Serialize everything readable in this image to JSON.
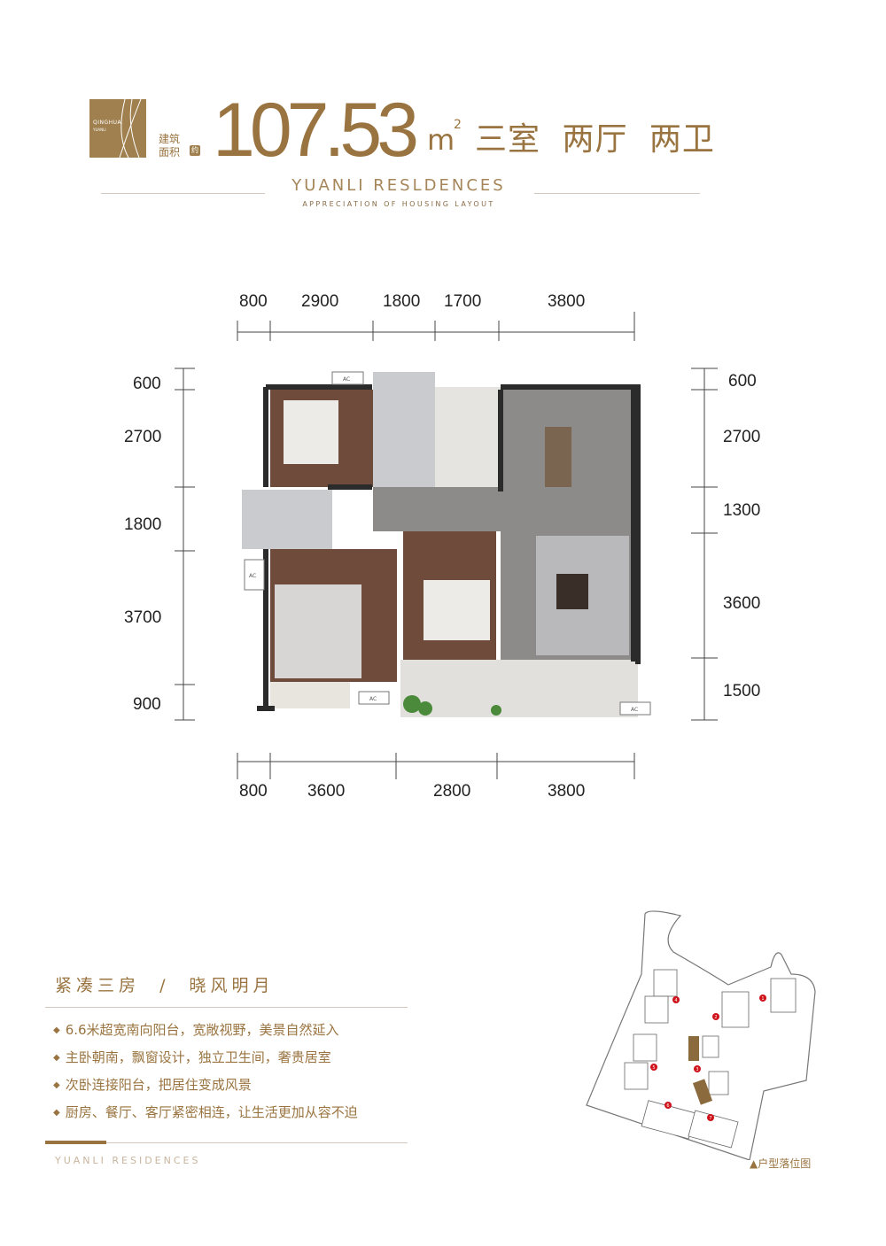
{
  "header": {
    "logo_text_1": "QINGHUA",
    "logo_text_2": "YUANLI",
    "area_label_line1": "建筑",
    "area_label_line2": "面积",
    "approx_badge": "约",
    "area_value": "107.53",
    "area_unit": "m",
    "area_unit_sup": "2",
    "layout": "三室 两厅 两卫",
    "subtitle": "YUANLI RESLDENCES",
    "tagline": "APPRECIATION OF HOUSING LAYOUT"
  },
  "floorplan": {
    "top_dims": [
      "800",
      "2900",
      "1800",
      "1700",
      "3800"
    ],
    "bottom_dims": [
      "800",
      "3600",
      "2800",
      "3800"
    ],
    "left_dims": [
      "600",
      "2700",
      "1800",
      "3700",
      "900"
    ],
    "right_dims": [
      "600",
      "2700",
      "1300",
      "3600",
      "1500"
    ],
    "ac_label": "AC",
    "colors": {
      "wood": "#6e4b3b",
      "marble": "#8d8b89",
      "tile": "#c9cbcf",
      "wall": "#2b2b2b"
    }
  },
  "features": {
    "title": "紧凑三房  /  晓风明月",
    "items": [
      "6.6米超宽南向阳台，宽敞视野，美景自然延入",
      "主卧朝南，飘窗设计，独立卫生间，奢贵居室",
      "次卧连接阳台，把居住变成风景",
      "厨房、餐厅、客厅紧密相连，让生活更加从容不迫"
    ],
    "footer": "YUANLI RESIDENCES"
  },
  "site_map": {
    "caption": "▲户型落位图",
    "building_numbers": [
      "1",
      "2",
      "3",
      "4",
      "5",
      "6",
      "7"
    ],
    "highlight_color": "#8b6a3e",
    "marker_color": "#d0121b"
  }
}
